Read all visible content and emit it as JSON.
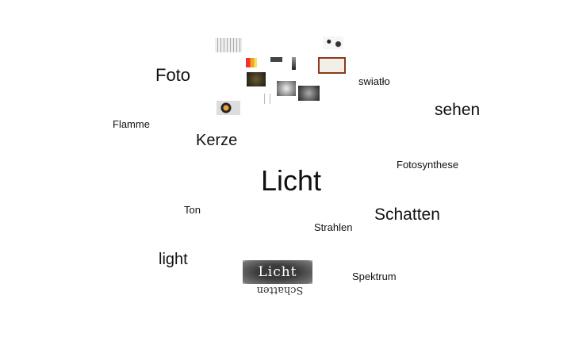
{
  "words": {
    "foto": "Foto",
    "swiatlo": "swiatło",
    "sehen": "sehen",
    "flamme": "Flamme",
    "kerze": "Kerze",
    "fotosynthese": "Fotosynthese",
    "licht": "Licht",
    "ton": "Ton",
    "schatten": "Schatten",
    "strahlen": "Strahlen",
    "light": "light",
    "spektrum": "Spektrum"
  },
  "chalk_image": {
    "top_text": "Licht",
    "bottom_text": "Schatten"
  }
}
